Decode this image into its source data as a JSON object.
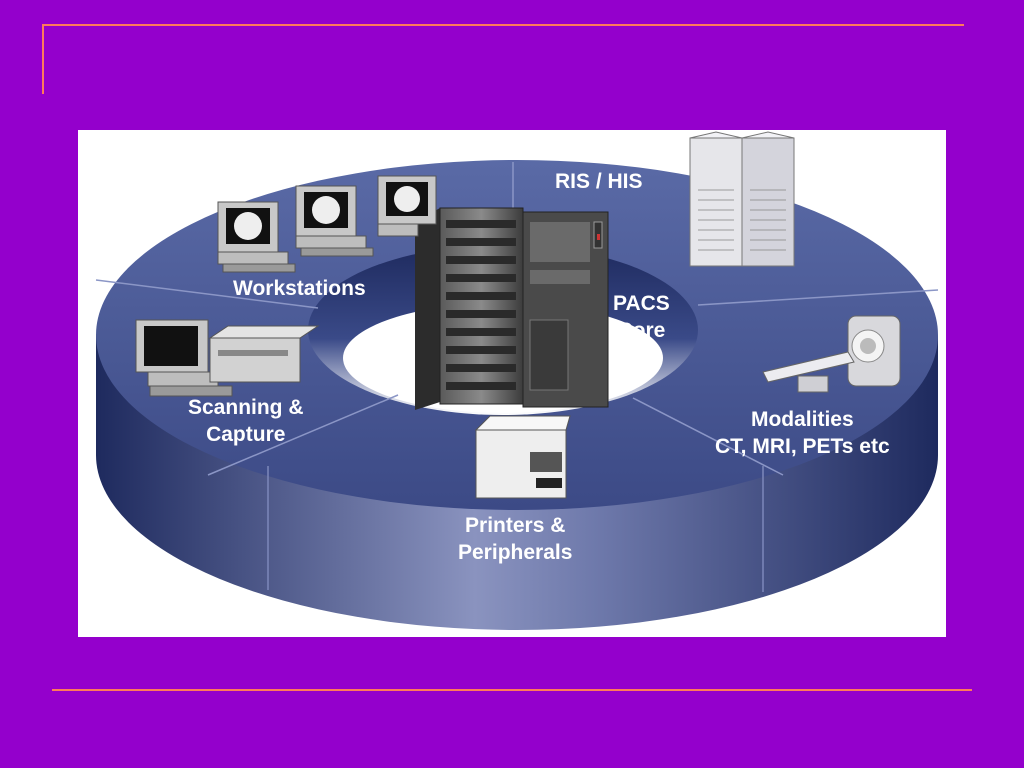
{
  "diagram": {
    "segments": [
      {
        "id": "ris-his",
        "lines": [
          "RIS / HIS"
        ]
      },
      {
        "id": "workstations",
        "lines": [
          "Workstations"
        ]
      },
      {
        "id": "pacs-core",
        "lines": [
          "PACS",
          "Core"
        ]
      },
      {
        "id": "scanning",
        "lines": [
          "Scanning &",
          "Capture"
        ]
      },
      {
        "id": "modalities",
        "lines": [
          "Modalities",
          "CT, MRI, PETs etc"
        ]
      },
      {
        "id": "printers",
        "lines": [
          "Printers &",
          "Peripherals"
        ]
      }
    ]
  },
  "colors": {
    "slide_background": "#9400cc",
    "accent_rule": "#ff7a5a",
    "panel": "#ffffff",
    "ring_top": "#4a5a92",
    "ring_side": "#2f3d78",
    "label_text": "#ffffff"
  }
}
